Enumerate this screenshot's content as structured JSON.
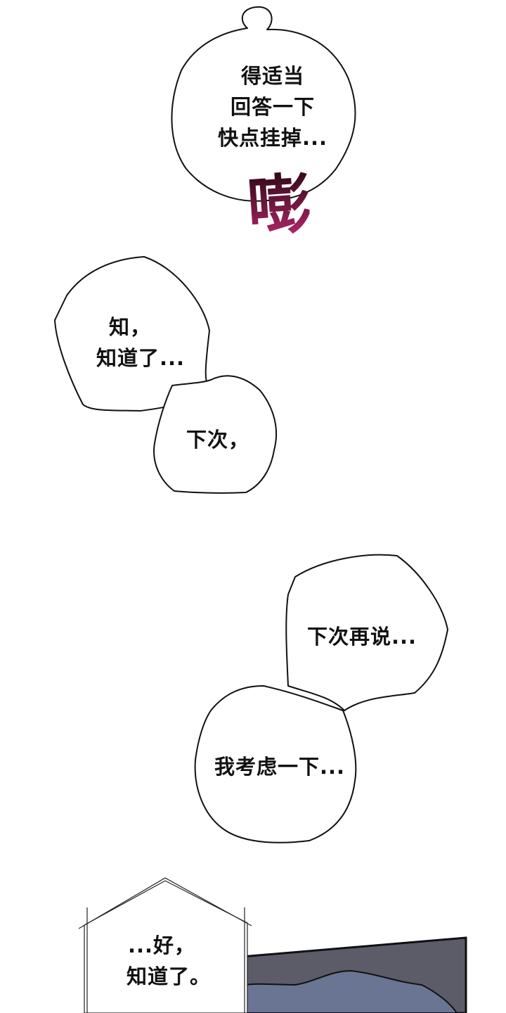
{
  "bubbles": [
    {
      "lines": [
        "得适当",
        "回答一下",
        "快点挂掉..."
      ]
    },
    {
      "lines": [
        "知，",
        "知道了..."
      ]
    },
    {
      "lines": [
        "下次，"
      ]
    },
    {
      "lines": [
        "下次再说..."
      ]
    },
    {
      "lines": [
        "我考虑一下..."
      ]
    },
    {
      "lines": [
        "...好，",
        "知道了。"
      ]
    }
  ],
  "sound_effect": {
    "text": "嘭",
    "color_top": "#2a0612",
    "color_bottom": "#c42a73"
  },
  "colors": {
    "panel_dark": "#5b5c68",
    "sheet": "#6a7594"
  }
}
